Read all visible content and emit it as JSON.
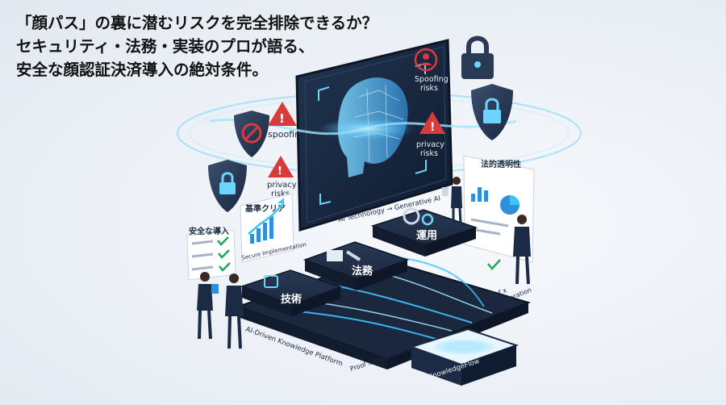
{
  "headline": {
    "line1": "「顔パス」の裏に潜むリスクを完全排除できるか？",
    "line2": "セキュリティ・法務・実装のプロが語る、",
    "line3": "安全な顔認証決済導入の絶対条件。"
  },
  "screen_labels": {
    "spoofing_top": "Spoofing",
    "risks_top": "risks",
    "privacy": "privacy",
    "risks_right": "risks"
  },
  "left_labels": {
    "spoofing": "spoofing",
    "privacy": "privacy",
    "risks": "risks"
  },
  "chart_card": {
    "title": "基準クリア",
    "caption": "Secure Implementation"
  },
  "checklist": {
    "title": "安全な導入"
  },
  "right_panel": {
    "title": "法的透明性"
  },
  "platform": {
    "tech_label": "技術",
    "legal_label": "法務",
    "ops_label": "運用",
    "flow_label": "AI Technology → Generative AI",
    "base_left": "AI-Driven Knowledge Platform",
    "base_front": "Proof x Consideration",
    "right_side": "Proof x",
    "right_side2": "Consideration",
    "end_block": "KnowledgeFlow"
  },
  "colors": {
    "navy": "#1c2b45",
    "blue_glow": "#3fc3ff",
    "alert_red": "#d93a3a"
  }
}
